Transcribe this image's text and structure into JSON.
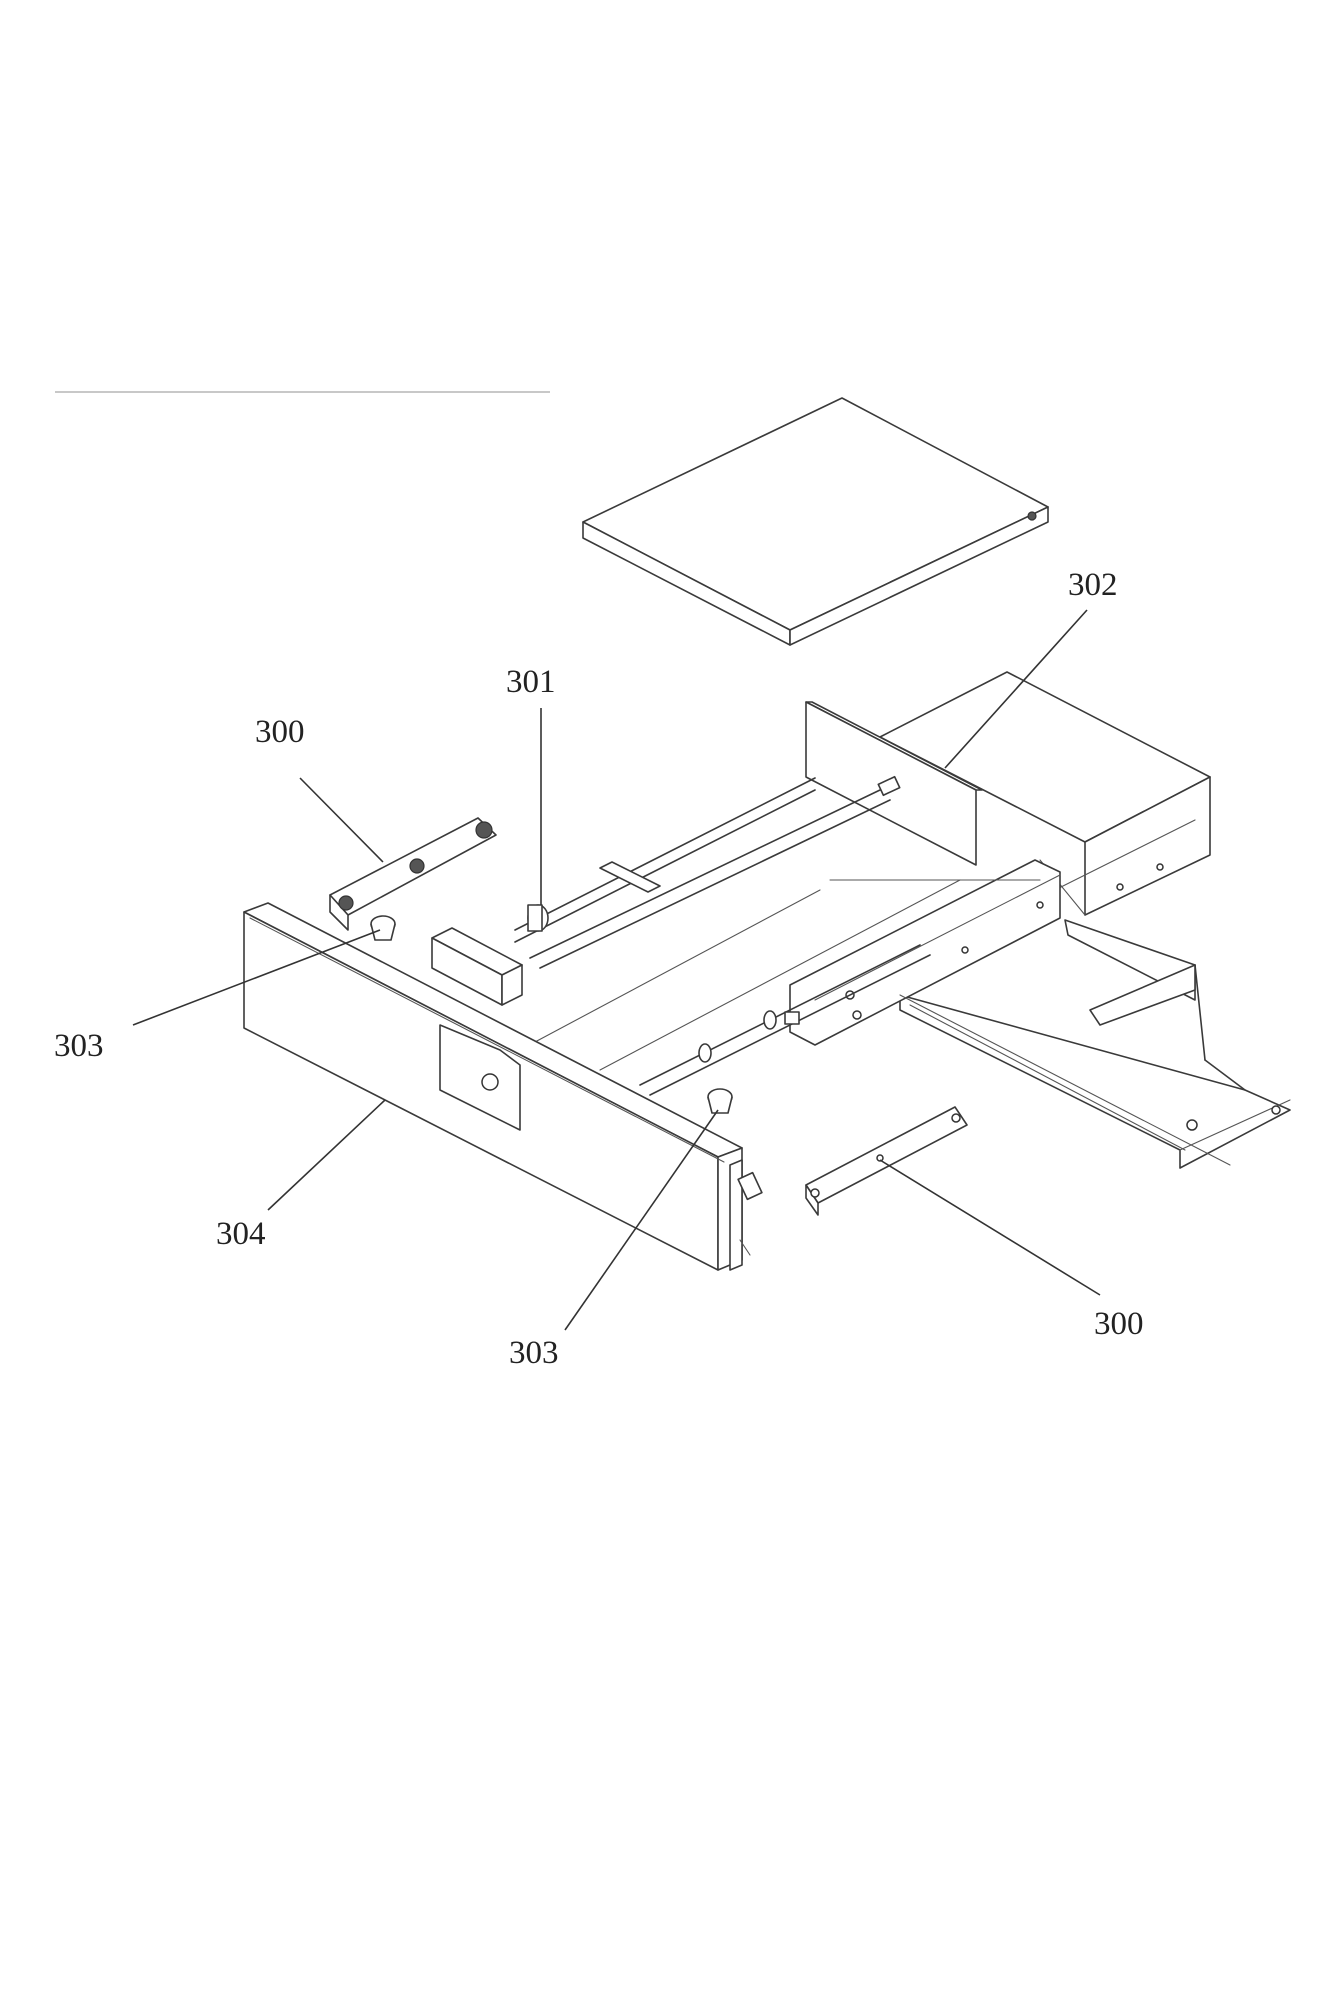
{
  "callouts": {
    "a": "302",
    "b": "301",
    "c": "300",
    "d": "303",
    "e": "304",
    "f": "303",
    "g": "300"
  }
}
